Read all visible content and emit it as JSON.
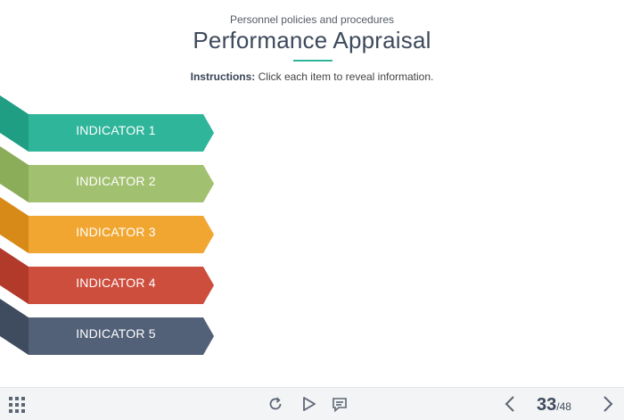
{
  "header": {
    "subtitle": "Personnel policies and procedures",
    "title": "Performance Appraisal",
    "accent_color": "#2fb59a"
  },
  "instructions": {
    "label": "Instructions:",
    "text": " Click each item to reveal information."
  },
  "indicators": [
    {
      "label": "INDICATOR 1",
      "color": "#2fb59a",
      "fold_color": "#1f9e84"
    },
    {
      "label": "INDICATOR 2",
      "color": "#a2c170",
      "fold_color": "#8bac58"
    },
    {
      "label": "INDICATOR 3",
      "color": "#f1a631",
      "fold_color": "#d88a18"
    },
    {
      "label": "INDICATOR 4",
      "color": "#ce4e3e",
      "fold_color": "#b13a2b"
    },
    {
      "label": "INDICATOR 5",
      "color": "#526178",
      "fold_color": "#3f4c60"
    }
  ],
  "player": {
    "menu_icon": "grid-menu-icon",
    "replay_icon": "replay-icon",
    "play_icon": "play-icon",
    "notes_icon": "chat-icon",
    "prev_icon": "chevron-left-icon",
    "next_icon": "chevron-right-icon",
    "current_page": "33",
    "total_pages": "/48"
  }
}
